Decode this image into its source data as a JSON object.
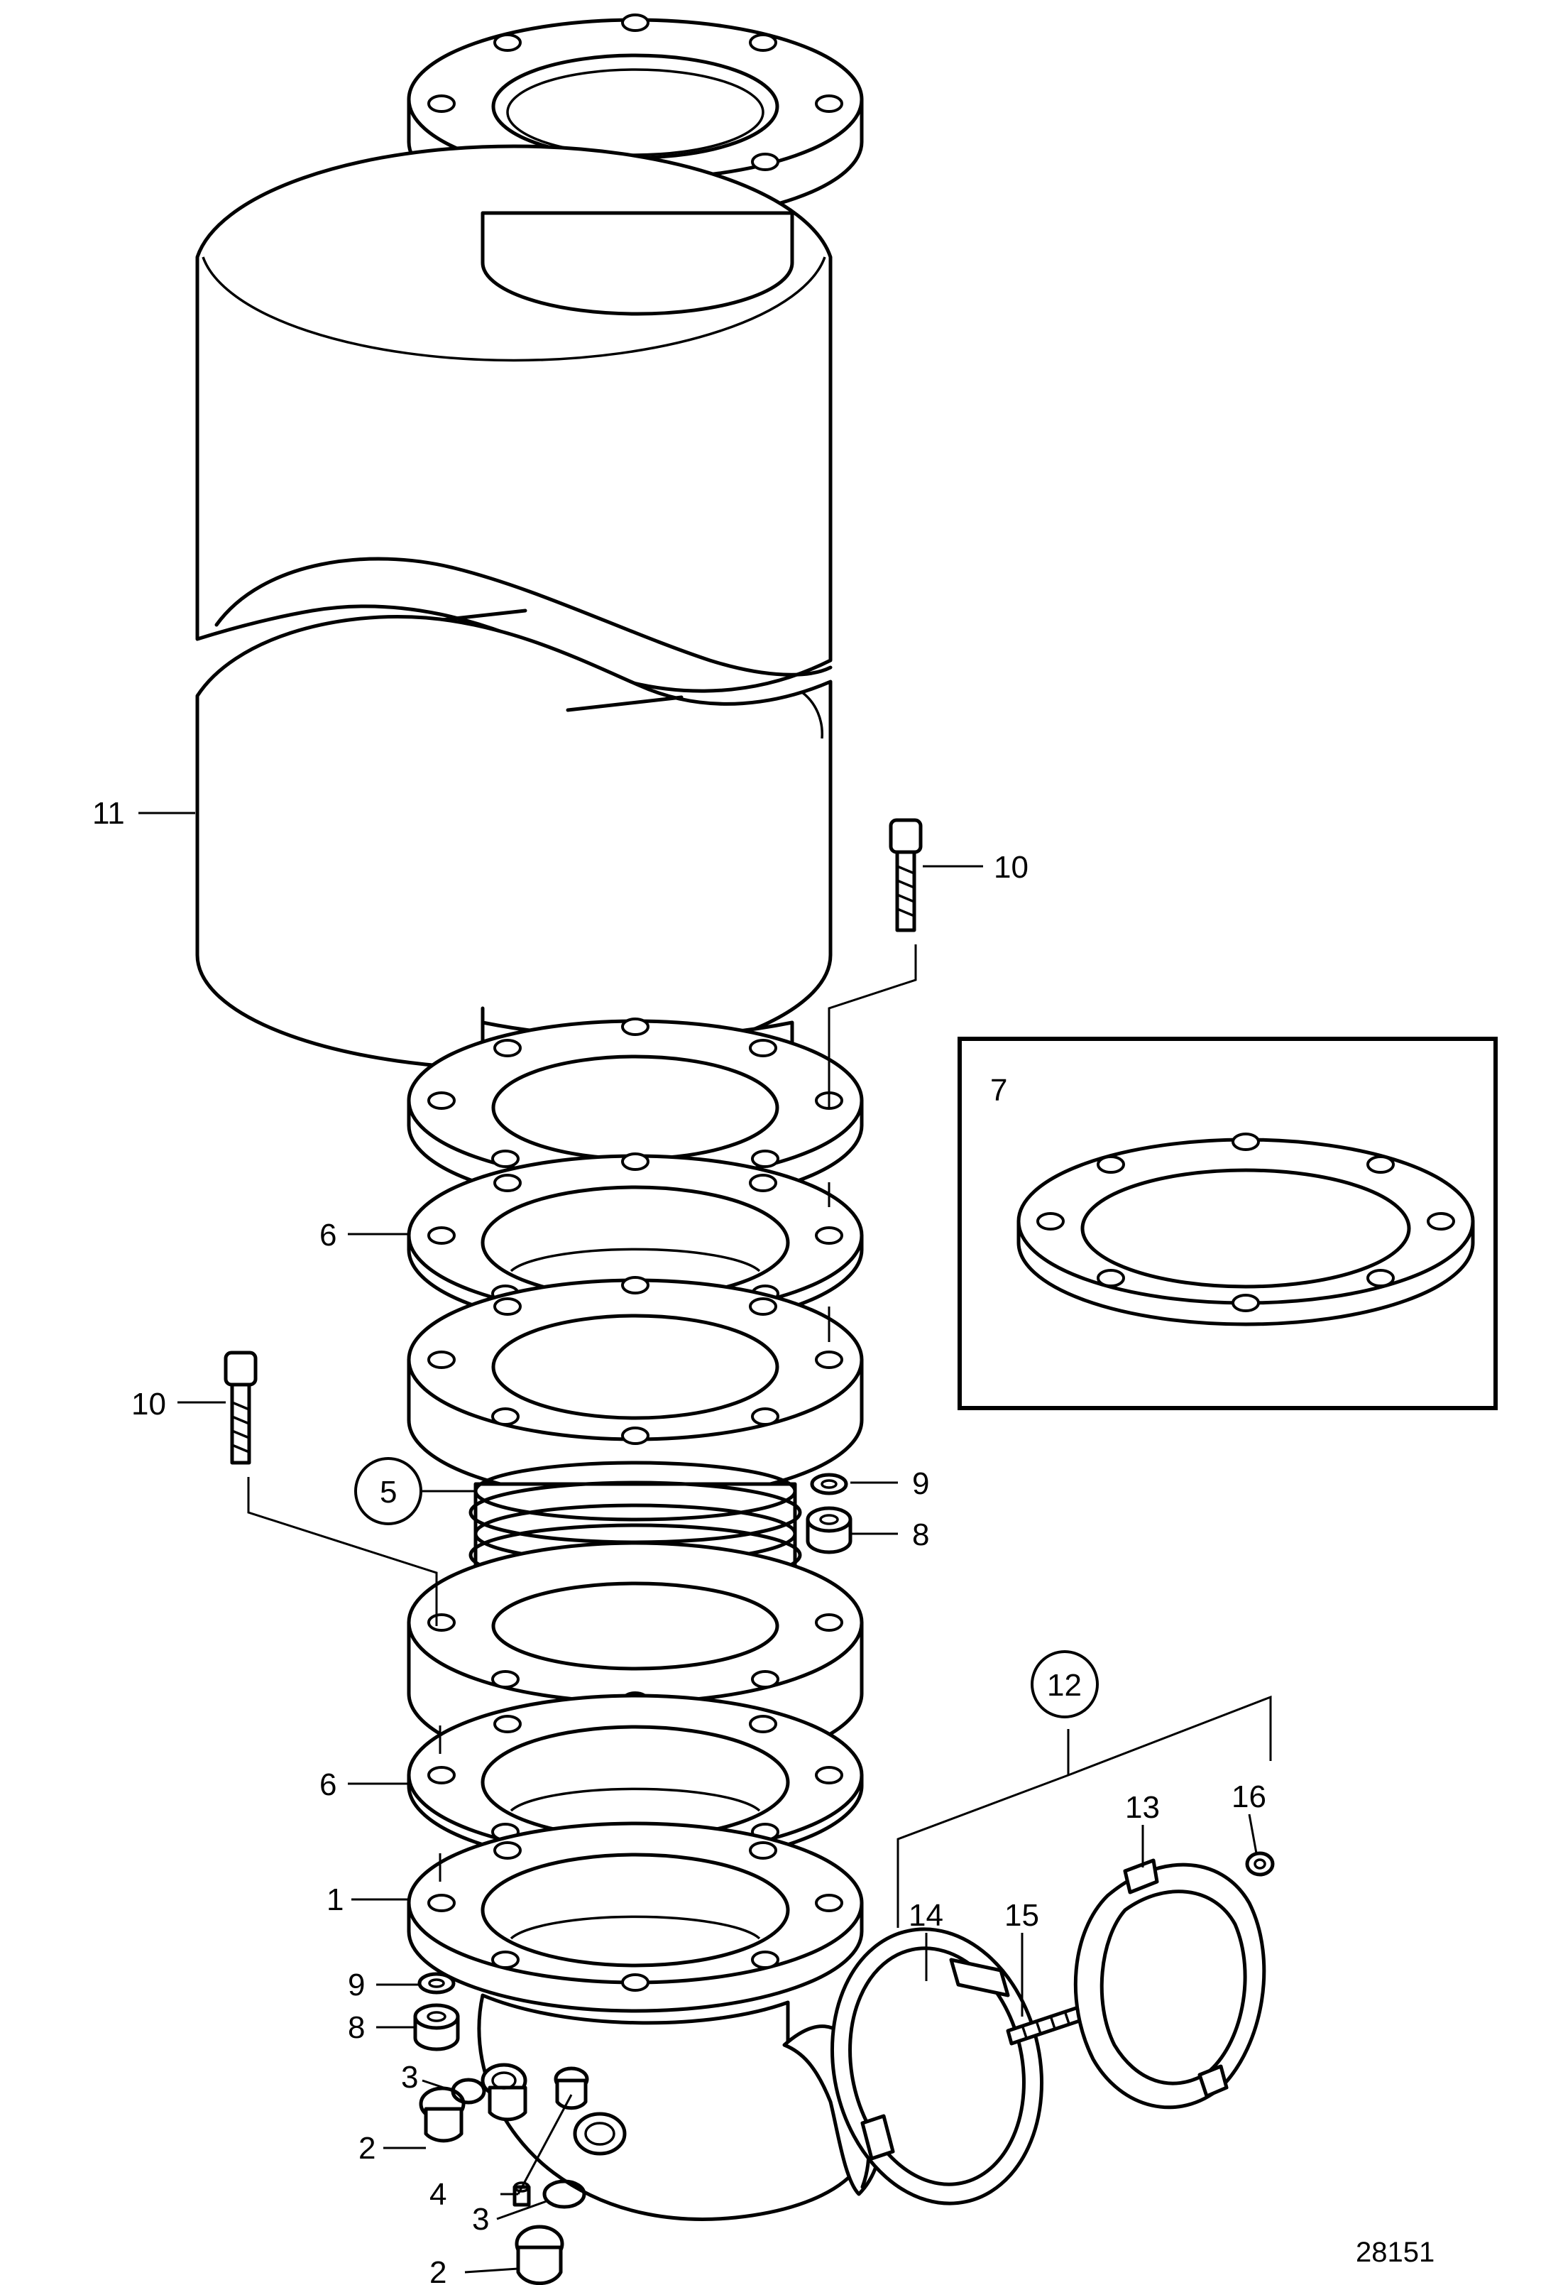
{
  "drawing_number": "28151",
  "inset": {
    "label": "7"
  },
  "callouts": [
    {
      "id": "c1",
      "text": "1"
    },
    {
      "id": "c2a",
      "text": "2"
    },
    {
      "id": "c2b",
      "text": "2"
    },
    {
      "id": "c3a",
      "text": "3"
    },
    {
      "id": "c3b",
      "text": "3"
    },
    {
      "id": "c4",
      "text": "4"
    },
    {
      "id": "c5",
      "text": "5",
      "circled": true
    },
    {
      "id": "c6a",
      "text": "6"
    },
    {
      "id": "c6b",
      "text": "6"
    },
    {
      "id": "c8a",
      "text": "8"
    },
    {
      "id": "c8b",
      "text": "8"
    },
    {
      "id": "c9a",
      "text": "9"
    },
    {
      "id": "c9b",
      "text": "9"
    },
    {
      "id": "c10a",
      "text": "10"
    },
    {
      "id": "c10b",
      "text": "10"
    },
    {
      "id": "c11",
      "text": "11"
    },
    {
      "id": "c12",
      "text": "12",
      "circled": true
    },
    {
      "id": "c13",
      "text": "13"
    },
    {
      "id": "c14",
      "text": "14"
    },
    {
      "id": "c15",
      "text": "15"
    },
    {
      "id": "c16",
      "text": "16"
    }
  ]
}
